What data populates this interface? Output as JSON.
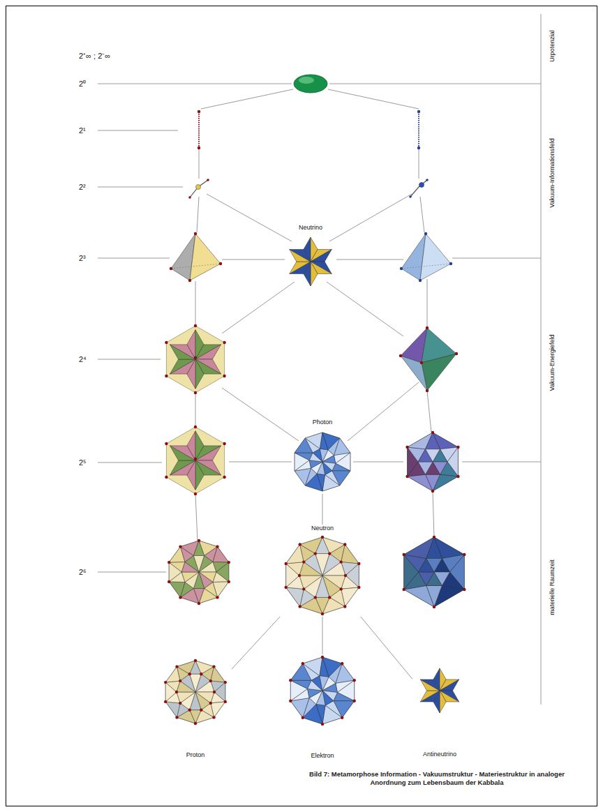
{
  "diagram": {
    "caption": "Bild 7: Metamorphose Information - Vakuumstruktur - Materiestruktur in analoger Anordnung zum Lebensbaum der Kabbala",
    "nodes": [
      {
        "text": [
          "Neutrino"
        ]
      },
      {
        "text": [
          "Photon"
        ]
      },
      {
        "text": [
          "Neutron"
        ]
      },
      {
        "text": [
          "Proton"
        ]
      },
      {
        "text": [
          "Elektron"
        ]
      },
      {
        "text": [
          "Antineutrino"
        ]
      }
    ],
    "edges": [
      {
        "from": 1,
        "to": 2,
        "arrow": "none"
      },
      {
        "from": 2,
        "to": 3,
        "arrow": "none"
      },
      {
        "from": 2,
        "to": 4,
        "arrow": "none"
      },
      {
        "from": 2,
        "to": 5,
        "arrow": "none"
      }
    ],
    "labels": [
      "2⁺∞ ; 2⁻∞",
      "2⁰",
      "2¹",
      "2²",
      "2³",
      "2⁴",
      "2⁵",
      "2⁶",
      "Urpotenzial",
      "Vakuum-Informationsfeld",
      "Vakuum-Energiefeld",
      "materielle Raumzeit"
    ]
  }
}
